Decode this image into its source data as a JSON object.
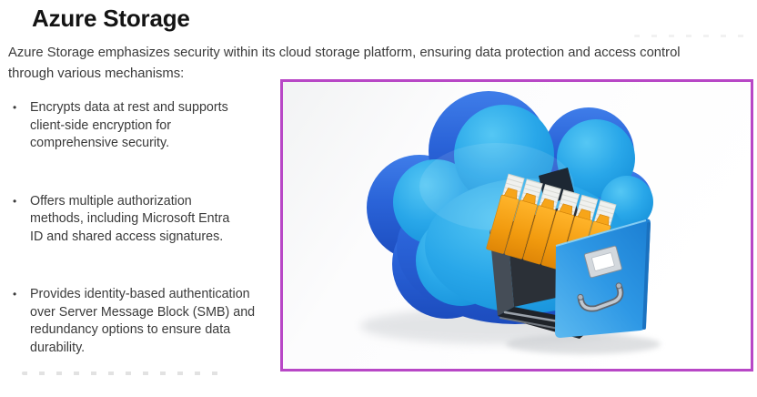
{
  "page": {
    "title": "Azure Storage",
    "bullet_char": "•",
    "intro": "Azure Storage emphasizes security within its cloud storage platform, ensuring data protection and access control\nthrough various mechanisms:",
    "bullets": [
      "Encrypts data at rest and supports\nclient-side encryption for\ncomprehensive security.",
      "Offers multiple authorization\nmethods, including Microsoft Entra\nID and shared access signatures.",
      "Provides identity-based authentication\nover Server Message Block (SMB) and\nredundancy options to ensure data\ndurability."
    ]
  },
  "figure": {
    "alt": "3D blue cloud with an open file-cabinet drawer full of orange folders",
    "frame_color": "#b847c6"
  },
  "colors": {
    "frame_magenta": "#b847c6",
    "cloud_dark_blue": "#2a63d8",
    "cloud_light_blue": "#29a7e9",
    "folder_orange": "#f59d14",
    "drawer_front_blue": "#2e98e5",
    "drawer_box_charcoal": "#2b3037",
    "title_text": "#141414",
    "body_text": "#3a3a3a"
  }
}
